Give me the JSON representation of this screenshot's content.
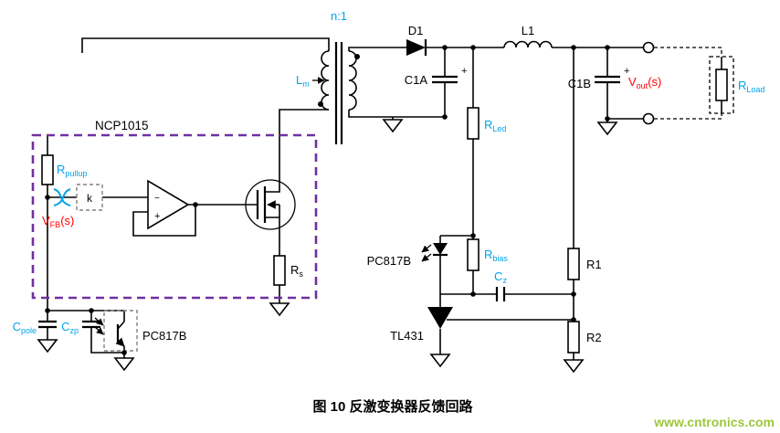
{
  "colors": {
    "cyan": "#00a2e8",
    "red": "#ff0000",
    "purple": "#7030a0",
    "green": "#9ec73c"
  },
  "symbols": {
    "plus": "+",
    "minus": "−"
  },
  "schematic": {
    "transformer": {
      "ratio": "n:1",
      "lm_base": "L",
      "lm_sub": "m"
    },
    "controller": {
      "name": "NCP1015",
      "rpullup_base": "R",
      "rpullup_sub": "pullup",
      "vfb_base": "V",
      "vfb_sub": "FB",
      "vfb_suffix": "(s)",
      "gain_block": "k",
      "rs_base": "R",
      "rs_sub": "s"
    },
    "fb_network": {
      "cpole_base": "C",
      "cpole_sub": "pole",
      "czp_base": "C",
      "czp_sub": "zp",
      "opto_receiver": "PC817B"
    },
    "output_stage": {
      "d1": "D1",
      "c1a": "C1A",
      "l1": "L1",
      "c1b": "C1B",
      "vout_base": "V",
      "vout_sub": "out",
      "vout_suffix": "(s)",
      "rload_base": "R",
      "rload_sub": "Load"
    },
    "feedback": {
      "rled_base": "R",
      "rled_sub": "Led",
      "opto_emitter": "PC817B",
      "rbias_base": "R",
      "rbias_sub": "bias",
      "cz_base": "C",
      "cz_sub": "z",
      "r1": "R1",
      "r2": "R2",
      "tl431": "TL431"
    }
  },
  "caption": "图 10  反激变换器反馈回路",
  "watermark": "www.cntronics.com"
}
